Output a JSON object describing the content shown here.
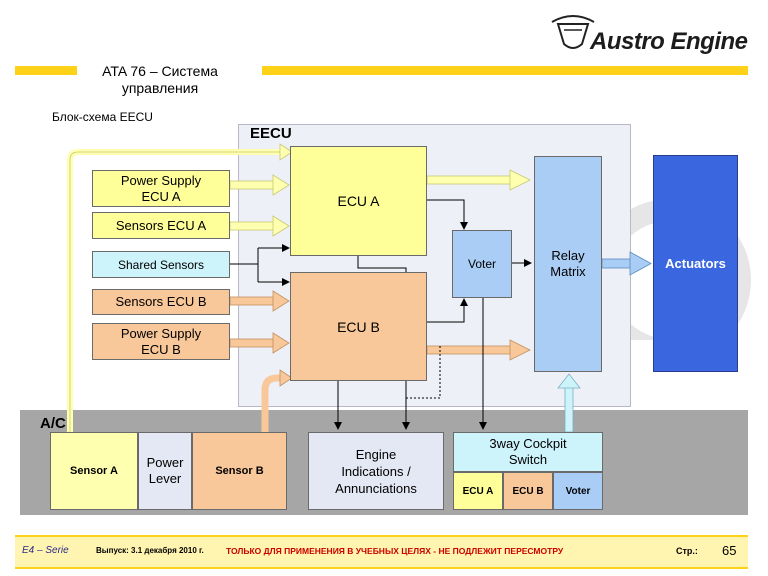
{
  "header": {
    "title": "ATA 76 – Система управления",
    "subtitle": "Блок-схема EECU"
  },
  "logo": {
    "text": "Austro Engine",
    "icon": "helmet-logo-icon"
  },
  "diagram": {
    "eecu_label": "EECU",
    "ac_label": "A/C",
    "power_supply_a": "Power Supply ECU A",
    "sensors_a": "Sensors ECU A",
    "shared_sensors": "Shared Sensors",
    "sensors_b": "Sensors ECU B",
    "power_supply_b": "Power Supply ECU B",
    "ecu_a": "ECU A",
    "ecu_b": "ECU B",
    "voter": "Voter",
    "relay_matrix": "Relay Matrix",
    "actuators": "Actuators",
    "sensor_a": "Sensor A",
    "power_lever": "Power Lever",
    "sensor_b": "Sensor B",
    "engine_indications": "Engine Indications / Annunciations",
    "cockpit_switch": "3way Cockpit Switch",
    "switch_ecu_a": "ECU A",
    "switch_ecu_b": "ECU B",
    "switch_voter": "Voter"
  },
  "footer": {
    "series": "E4 – Serie",
    "issue": "Выпуск: 3.1 декабря 2010 г.",
    "notice": "ТОЛЬКО ДЛЯ ПРИМЕНЕНИЯ В УЧЕБНЫХ ЦЕЛЯХ - НЕ ПОДЛЕЖИТ ПЕРЕСМОТРУ",
    "page_label": "Стр.:",
    "page_number": "65"
  },
  "colors": {
    "accent_bar": "#ffd21a",
    "footer_red": "#cc0000",
    "actuators_blue": "#3a66e0",
    "ac_band": "#a6a6a6",
    "eecu_panel": "#eef0f8"
  }
}
